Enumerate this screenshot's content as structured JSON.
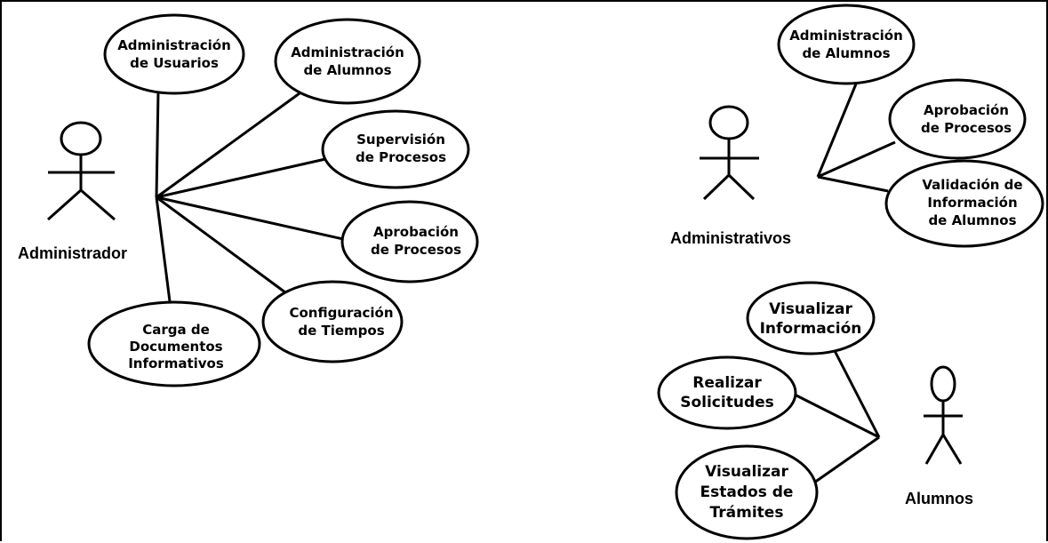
{
  "actors": {
    "administrador": {
      "label": "Administrador"
    },
    "administrativos": {
      "label": "Administrativos"
    },
    "alumnos": {
      "label": "Alumnos"
    }
  },
  "use_cases": {
    "admin_usuarios": [
      "Administración",
      "de Usuarios"
    ],
    "admin_alumnos": [
      "Administración",
      "de Alumnos"
    ],
    "supervision_procesos": [
      "Supervisión",
      "de Procesos"
    ],
    "aprobacion_procesos": [
      "Aprobación",
      "de Procesos"
    ],
    "configuracion_tiempos": [
      "Configuración",
      "de Tiempos"
    ],
    "carga_documentos": [
      "Carga de",
      "Documentos",
      "Informativos"
    ],
    "adm2_admin_alumnos": [
      "Administración",
      "de Alumnos"
    ],
    "adm2_aprobacion": [
      "Aprobación",
      "de Procesos"
    ],
    "adm2_validacion": [
      "Validación de",
      "Información",
      "de Alumnos"
    ],
    "alu_visualizar_info": [
      "Visualizar",
      "Información"
    ],
    "alu_realizar_solicitudes": [
      "Realizar",
      "Solicitudes"
    ],
    "alu_visualizar_estados": [
      "Visualizar",
      "Estados de",
      "Trámites"
    ]
  }
}
